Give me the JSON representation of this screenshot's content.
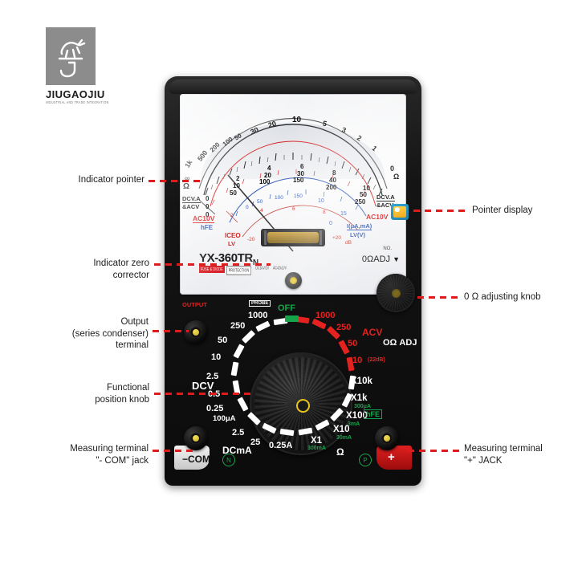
{
  "logo": {
    "brand": "JIUGAOJIU",
    "tagline": "INDUSTRIAL AND TRADE INTEGRATION",
    "mark_name": "deer-and-j-emblem"
  },
  "callouts": {
    "left": [
      {
        "id": "indicator-pointer",
        "text": "Indicator pointer"
      },
      {
        "id": "indicator-zero-corrector",
        "line1": "Indicator zero",
        "line2": "corrector"
      },
      {
        "id": "output-terminal",
        "line1": "Output",
        "line2": "(series condenser)",
        "line3": "terminal"
      },
      {
        "id": "functional-position-knob",
        "line1": "Functional",
        "line2": "position knob"
      },
      {
        "id": "measuring-terminal-com",
        "line1": "Measuring terminal",
        "line2": "\"- COM\" jack"
      }
    ],
    "right": [
      {
        "id": "pointer-display",
        "text": "Pointer display"
      },
      {
        "id": "zero-ohm-adjusting-knob",
        "text": "0 Ω adjusting knob"
      },
      {
        "id": "measuring-terminal-plus",
        "line1": "Measuring terminal",
        "line2": "\"+\" JACK"
      }
    ],
    "line_color": "#e01b1b"
  },
  "meter": {
    "model": "YX-360TR",
    "model_sub": "N",
    "badge_line1": "FUSE & DIODE",
    "badge_line2": "PROTECTION",
    "spec_line1": "DC1kV/2V",
    "spec_line2": "AC42kΩ/V",
    "no_label": "NO.",
    "ohm_adj_label": "0ΩADJ",
    "ohm_adj_arrow": "▼",
    "colors": {
      "red": "#d62020",
      "blue": "#2f57b8",
      "green": "#16a54a",
      "body": "#101010"
    }
  },
  "scale": {
    "ohm_row": [
      "1k",
      "500",
      "200",
      "100",
      "50",
      "30",
      "20",
      "10",
      "5",
      "3",
      "2",
      "1",
      "0"
    ],
    "ohm_infinity": "∞",
    "ohm_symbol": "Ω",
    "dcv_row_a": [
      "0",
      "2",
      "4",
      "6",
      "8",
      "10"
    ],
    "dcv_row_b": [
      "0",
      "10",
      "20",
      "30",
      "40",
      "50"
    ],
    "dcv_row_c": [
      "0",
      "50",
      "100",
      "150",
      "200",
      "250"
    ],
    "left_label_1": "DCV.A",
    "left_label_2": "&ACV",
    "right_label_1": "DCV.A",
    "right_label_2": "&ACV",
    "ac10v_left": "AC10V",
    "ac10v_right": "AC10V",
    "hfe_label": "hFE",
    "hfe_values": [
      "0",
      "50",
      "100",
      "150"
    ],
    "iceo_label": "ICEO",
    "lv_label": "LV",
    "lv_right_label": "LV(V)",
    "current_label": "I(μA,mA)",
    "db_values": [
      "-20",
      "-10",
      "0",
      "+10",
      "+15",
      "+20",
      "dB"
    ],
    "ac_red_values": [
      "0",
      "2",
      "4",
      "6",
      "8",
      "10"
    ],
    "blue_top_values": [
      "0",
      "5",
      "10",
      "15"
    ]
  },
  "dial": {
    "off_label": "OFF",
    "probe_label": "PROBE",
    "output_label": "OUTPUT",
    "acv_label": "ACV",
    "ohm_adj_label": "OΩ ADJ",
    "dcv_label": "DCV",
    "dcma_label": "DCmA",
    "ohm_label": "Ω",
    "hfe_label": "hFE",
    "dcv_positions": [
      "1000",
      "250",
      "50",
      "10",
      "2.5",
      "0.5",
      "0.25",
      "100μA"
    ],
    "dcma_positions": [
      "2.5",
      "25",
      "0.25A"
    ],
    "acv_positions": [
      "1000",
      "250",
      "50",
      "10"
    ],
    "acv_db_note": "(22dB)",
    "ohm_positions": [
      {
        "range": "X1",
        "current": "300mA"
      },
      {
        "range": "X10",
        "current": "30mA"
      },
      {
        "range": "X100",
        "current": "3mA"
      },
      {
        "range": "X1k",
        "current": "300μA"
      },
      {
        "range": "X10k",
        "current": ""
      }
    ]
  },
  "jacks": {
    "com_label": "−COM",
    "com_ring": "N",
    "plus_label": "+",
    "plus_ring": "P"
  }
}
